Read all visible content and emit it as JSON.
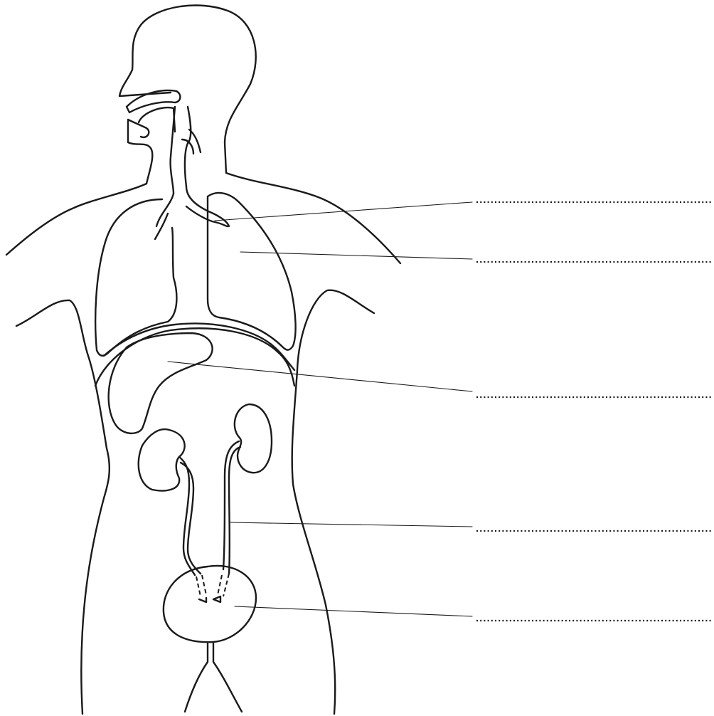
{
  "diagram": {
    "colors": {
      "ink": "#1a1a1a",
      "background": "#ffffff"
    },
    "labels": [
      {
        "id": "trachea",
        "text": ""
      },
      {
        "id": "lung",
        "text": ""
      },
      {
        "id": "liver",
        "text": ""
      },
      {
        "id": "ureter",
        "text": ""
      },
      {
        "id": "bladder",
        "text": ""
      }
    ]
  }
}
